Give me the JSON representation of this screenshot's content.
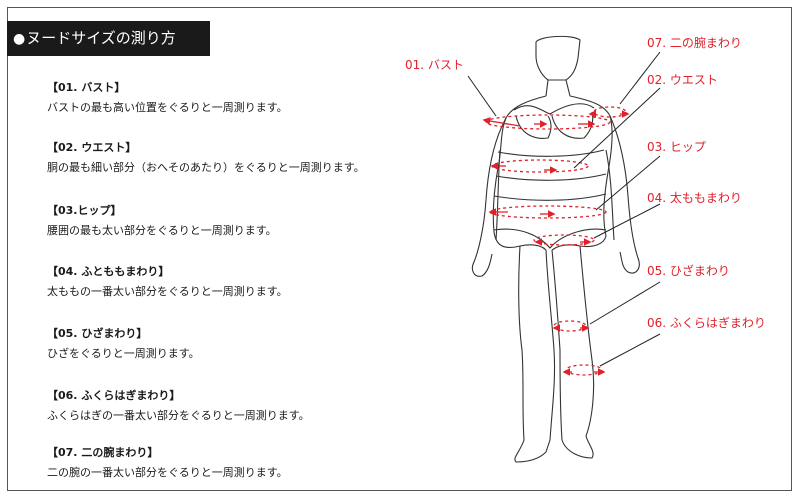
{
  "title": "ヌードサイズの測り方",
  "title_bullet": "●",
  "items": [
    {
      "head": "【01. バスト】",
      "desc": "バストの最も高い位置をぐるりと一周測ります。"
    },
    {
      "head": "【02. ウエスト】",
      "desc": "胴の最も細い部分（おへそのあたり）をぐるりと一周測ります。"
    },
    {
      "head": "【03.ヒップ】",
      "desc": "腰囲の最も太い部分をぐるりと一周測ります。"
    },
    {
      "head": "【04. ふとももまわり】",
      "desc": "太ももの一番太い部分をぐるりと一周測ります。"
    },
    {
      "head": "【05. ひざまわり】",
      "desc": "ひざをぐるりと一周測ります。"
    },
    {
      "head": "【06. ふくらはぎまわり】",
      "desc": "ふくらはぎの一番太い部分をぐるりと一周測ります。"
    },
    {
      "head": "【07. 二の腕まわり】",
      "desc": "二の腕の一番太い部分をぐるりと一周測ります。"
    }
  ],
  "labels": {
    "bust": "01. バスト",
    "arm": "07. 二の腕まわり",
    "waist": "02. ウエスト",
    "hip": "03. ヒップ",
    "thigh": "04. 太ももまわり",
    "knee": "05. ひざまわり",
    "calf": "06. ふくらはぎまわり"
  },
  "colors": {
    "accent": "#e0202a",
    "title_bg": "#1a1a1a",
    "body_line": "#333333"
  }
}
